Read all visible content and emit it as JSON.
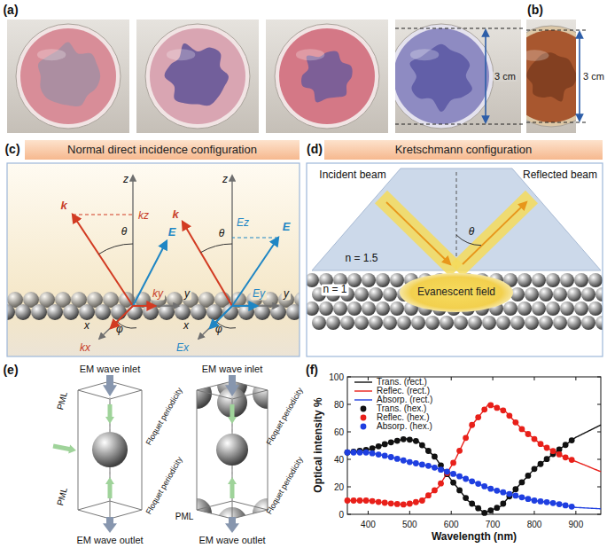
{
  "diagram": {
    "nodes": [
      {
        "text": [
          "Normal direct incidence configuration"
        ]
      },
      {
        "text": [
          "Kretschmann configuration"
        ]
      },
      {
        "text": [
          "Evanescent field"
        ]
      }
    ],
    "labels": [
      "(a)",
      "3 cm",
      "(b)",
      "3 cm",
      "(c)",
      "(d)",
      "z",
      "kz",
      "θ",
      "k",
      "E",
      "ky",
      "y",
      "x",
      "kx",
      "φ",
      "z",
      "Ez",
      "k",
      "E",
      "θ",
      "Ey",
      "y",
      "x",
      "Ex",
      "φ",
      "Incident beam",
      "Reflected beam",
      "n = 1.5",
      "θ",
      "n = 1",
      "(e)",
      "EM wave inlet",
      "PML",
      "Floquet periodicity",
      "Floquet periodicity",
      "PML",
      "EM wave outlet",
      "EM wave inlet",
      "Floquet periodicity",
      "Floquet periodicity",
      "PML",
      "EM wave outlet",
      "(f)",
      "Optical intensity %",
      "Wavelength (nm)",
      "0",
      "20",
      "40",
      "60",
      "80",
      "100",
      "400",
      "500",
      "600",
      "700",
      "800",
      "900"
    ],
    "legend": [
      {
        "text": "Trans. (rect.)"
      },
      {
        "text": "Reflec. (rect.)"
      },
      {
        "text": "Absorp. (rect.)"
      },
      {
        "text": "Trans. (hex.)"
      },
      {
        "text": "Reflec. (hex.)"
      },
      {
        "text": "Absorp. (hex.)"
      }
    ]
  }
}
